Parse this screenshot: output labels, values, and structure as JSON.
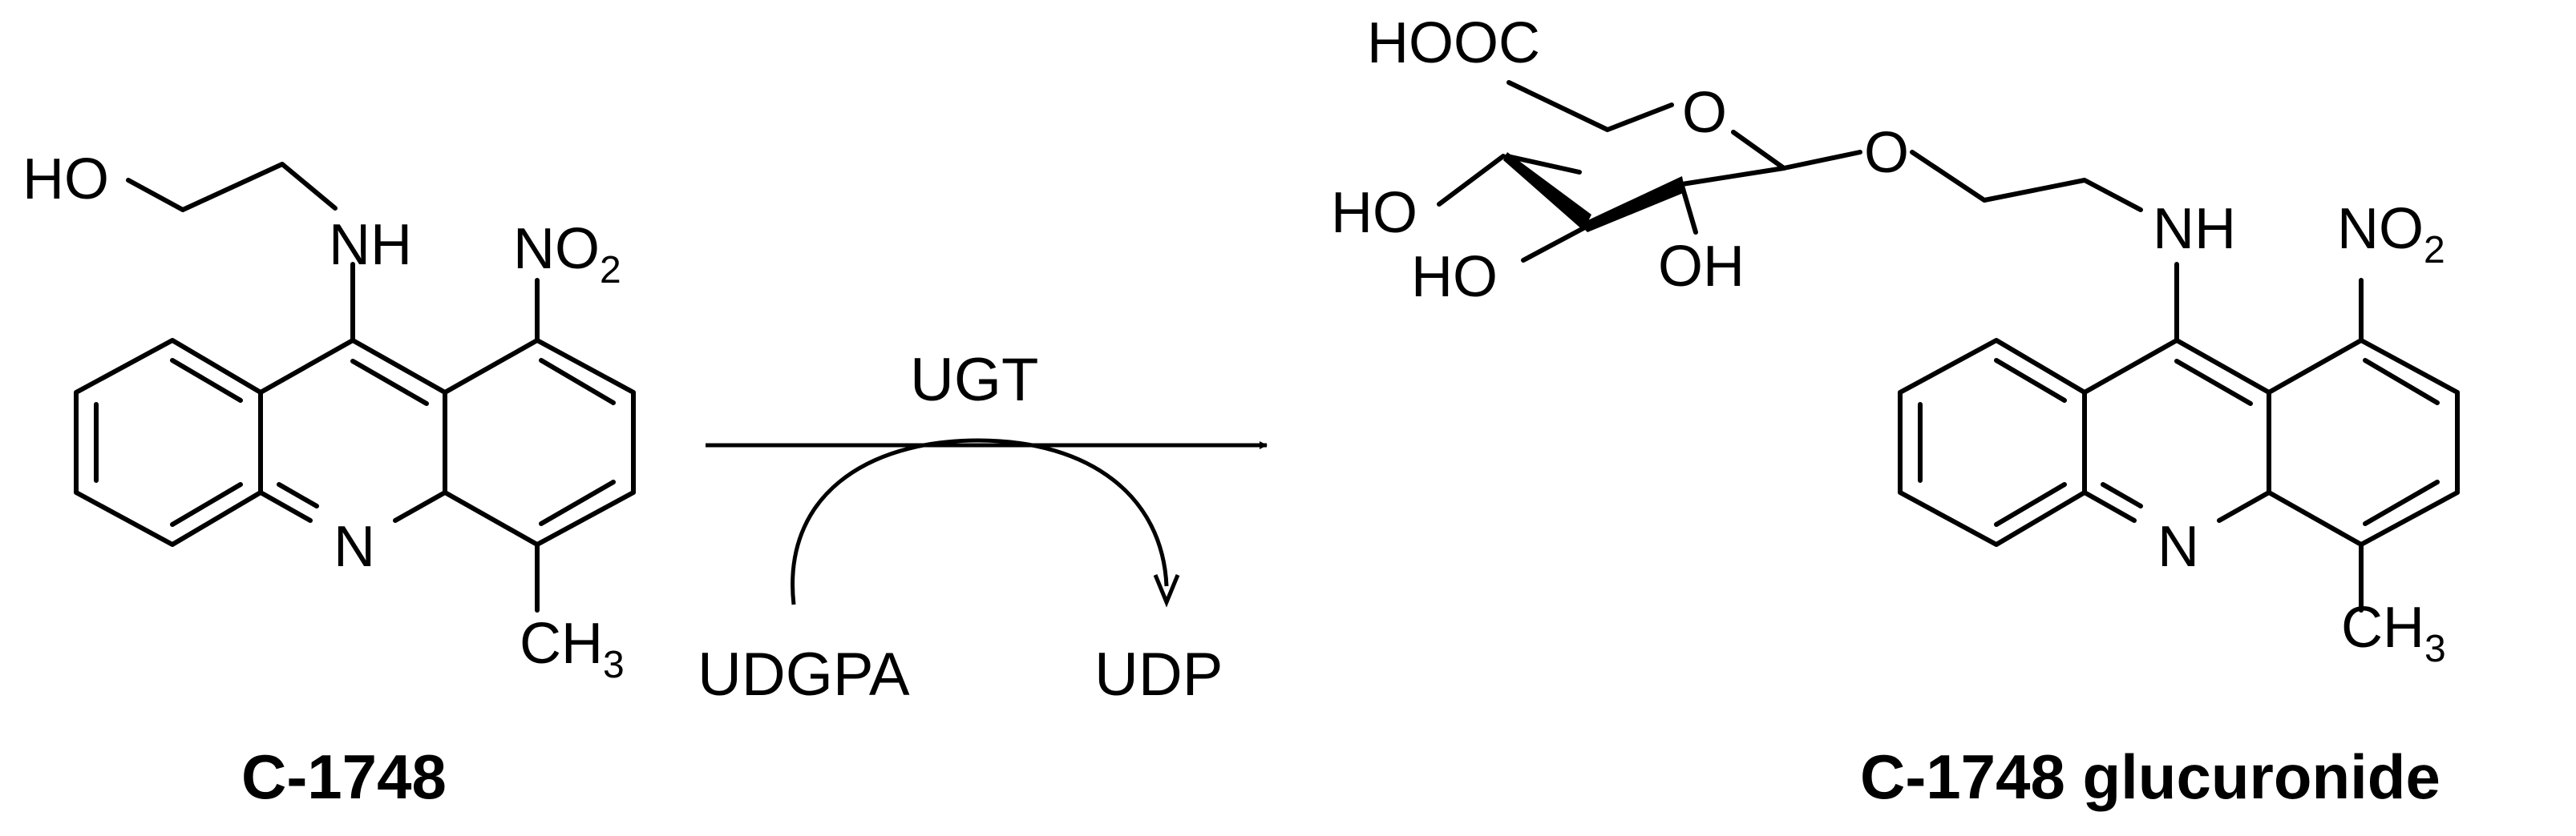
{
  "reactant": {
    "label": "C-1748",
    "atoms": {
      "ho": "HO",
      "nh": "NH",
      "no2_main": "NO",
      "no2_sub": "2",
      "n_ring": "N",
      "ch3_main": "CH",
      "ch3_sub": "3"
    }
  },
  "reaction": {
    "enzyme": "UGT",
    "cofactor_in": "UDGPA",
    "cofactor_out": "UDP"
  },
  "product": {
    "label": "C-1748 glucuronide",
    "atoms": {
      "hooc": "HOOC",
      "ring_o": "O",
      "ho_left": "HO",
      "ho_low": "HO",
      "oh": "OH",
      "link_o": "O",
      "nh": "NH",
      "no2_main": "NO",
      "no2_sub": "2",
      "n_ring": "N",
      "ch3_main": "CH",
      "ch3_sub": "3"
    }
  },
  "colors": {
    "ink": "#000000",
    "background": "#ffffff"
  }
}
